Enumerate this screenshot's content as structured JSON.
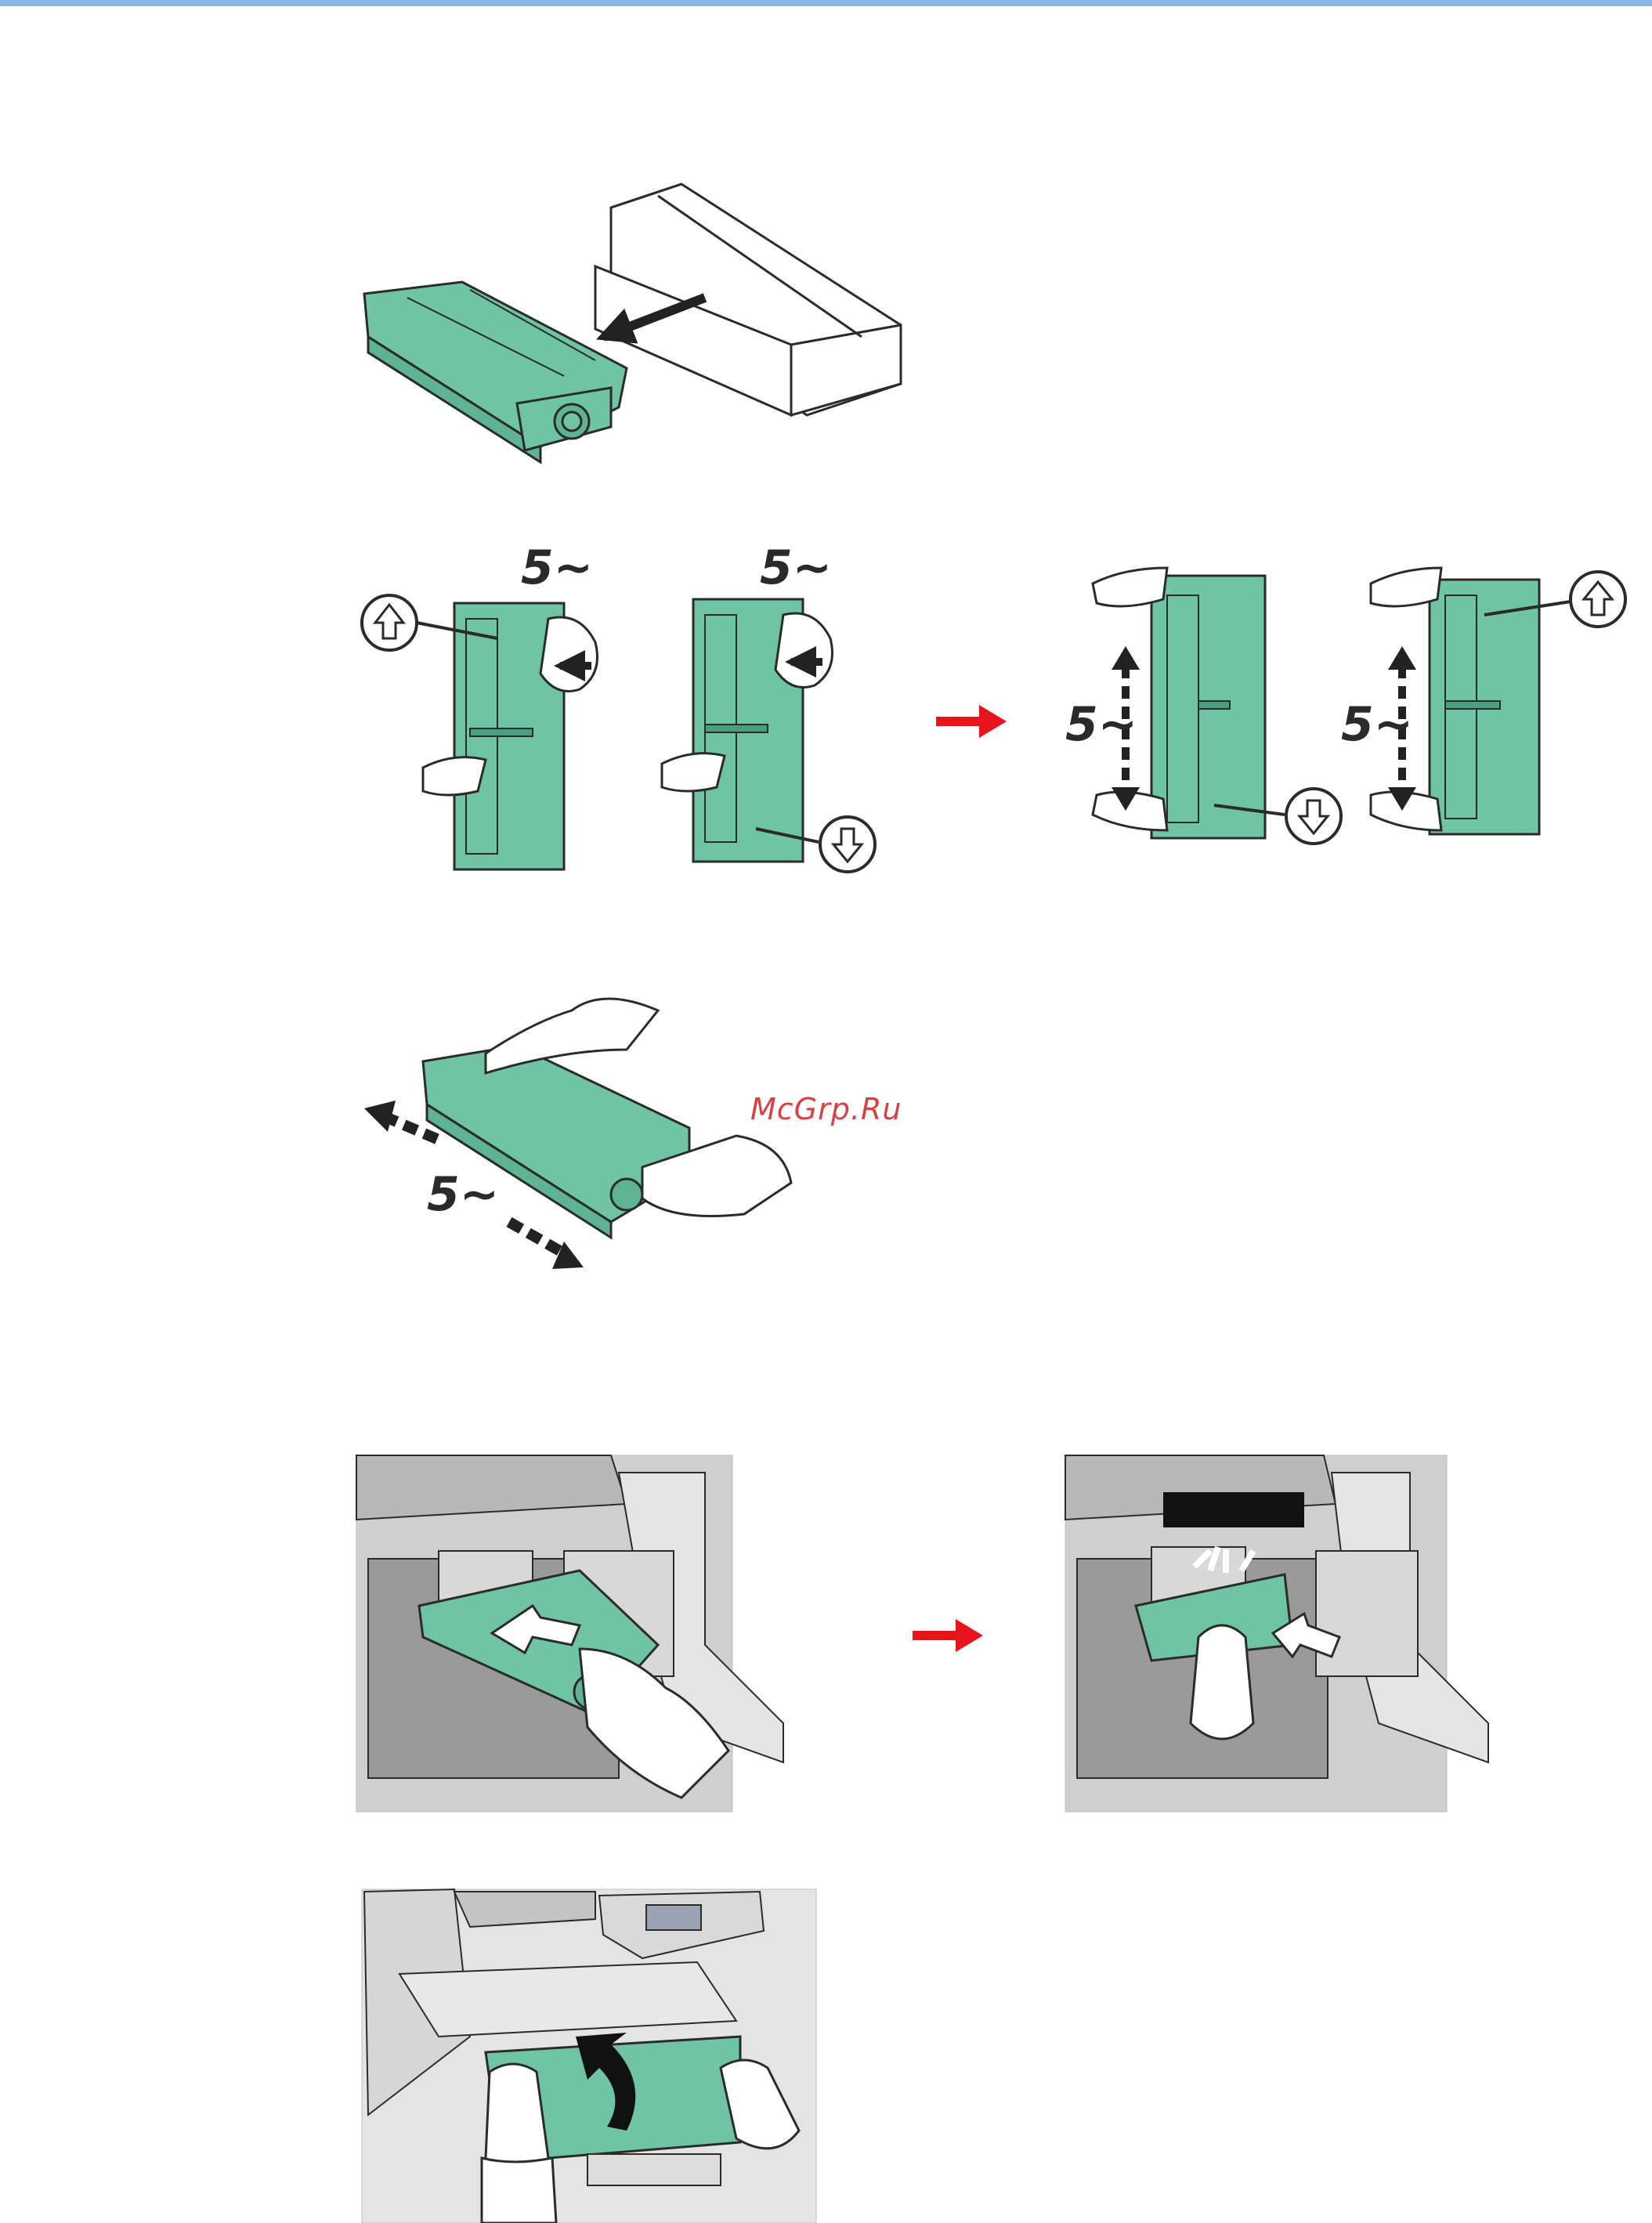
{
  "watermark": {
    "text": "McGrp.Ru"
  },
  "shake_labels": {
    "panel_a": "5~",
    "panel_b": "5~",
    "panel_c": "5~",
    "panel_d": "5~",
    "panel_e": "5~"
  },
  "colors": {
    "toner_green": "#6fc4a4",
    "outline": "#2b2b2b",
    "flow_arrow": "#e8141c",
    "printer_gray": "#cfcfcf",
    "header_bar": "#8fb4e6"
  },
  "icons": {
    "up_circle": "arrow-up-circle-icon",
    "down_circle": "arrow-down-circle-icon",
    "flow_arrow": "arrow-right-icon"
  }
}
